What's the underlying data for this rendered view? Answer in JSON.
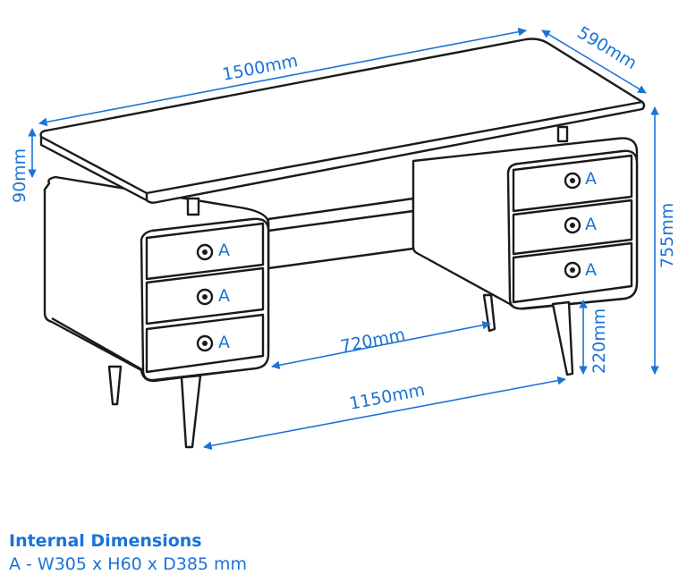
{
  "dimensions": {
    "width": "1500mm",
    "depth": "590mm",
    "top_thickness": "90mm",
    "height": "755mm",
    "inner_gap": "720mm",
    "leg_span": "1150mm",
    "leg_height": "220mm"
  },
  "drawer_label": "A",
  "footer": {
    "title": "Internal Dimensions",
    "spec": "A - W305 x H60 x D385 mm"
  },
  "colors": {
    "annotation": "#1a73d8",
    "line": "#1a1a1a"
  }
}
